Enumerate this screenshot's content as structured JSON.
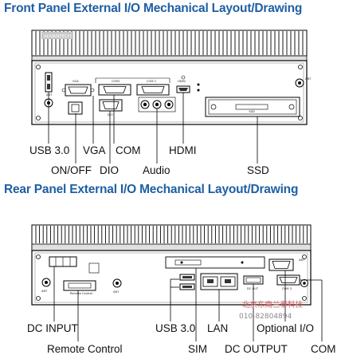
{
  "front_panel": {
    "title": "Front Panel External I/O Mechanical Layout/Drawing",
    "labels": {
      "usb": "USB 3.0",
      "vga": "VGA",
      "com": "COM",
      "hdmi": "HDMI",
      "onoff": "ON/OFF",
      "dio": "DIO",
      "audio": "Audio",
      "ssd": "SSD"
    },
    "panel_text": {
      "brand": "ADVANTECH",
      "vga": "VGA",
      "com1": "COM1",
      "com2": "COM 2",
      "hdmi": "HDMI",
      "dio": "DIO",
      "ssd": "SSD",
      "ant_left": "ANT",
      "ant_right": "ANT"
    }
  },
  "rear_panel": {
    "title": "Rear Panel External I/O Mechanical Layout/Drawing",
    "labels": {
      "dc_input": "DC INPUT",
      "remote": "Remote Control",
      "usb": "USB 3.0",
      "sim": "SIM",
      "lan": "LAN",
      "dc_output": "DC OUTPUT",
      "optional_io": "Optional I/O",
      "com": "COM"
    },
    "panel_text": {
      "ant_left": "ANT",
      "ant_mid": "ANT",
      "ant_right": "ANT",
      "remote": "Remote Control",
      "com3": "COM 3",
      "dc_out": "DC OUT"
    }
  },
  "watermark": {
    "company": "北京东南兰泰科技",
    "phone": "010-82804894"
  }
}
